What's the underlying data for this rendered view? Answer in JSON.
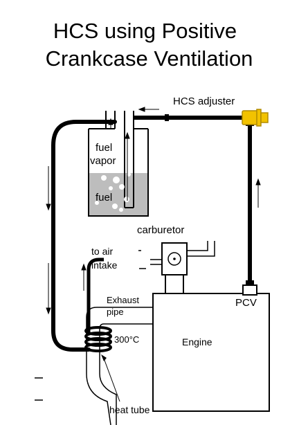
{
  "title": {
    "line1": "HCS using Positive",
    "line2": "Crankcase Ventilation"
  },
  "labels": {
    "hcs_adjuster": "HCS adjuster",
    "fuel_vapor_1": "fuel",
    "fuel_vapor_2": "vapor",
    "fuel": "fuel",
    "carburetor": "carburetor",
    "to_air": "to air",
    "intake": "intake",
    "exhaust_1": "Exhaust",
    "exhaust_2": "pipe",
    "temperature": "300°C",
    "pcv": "PCV",
    "engine": "Engine",
    "heat_tube": "heat tube"
  },
  "colors": {
    "line": "#000000",
    "fuel_fill": "#bdbdbd",
    "bubble": "#ffffff",
    "adjuster": "#f2c200",
    "adjuster_edge": "#b08a00"
  }
}
